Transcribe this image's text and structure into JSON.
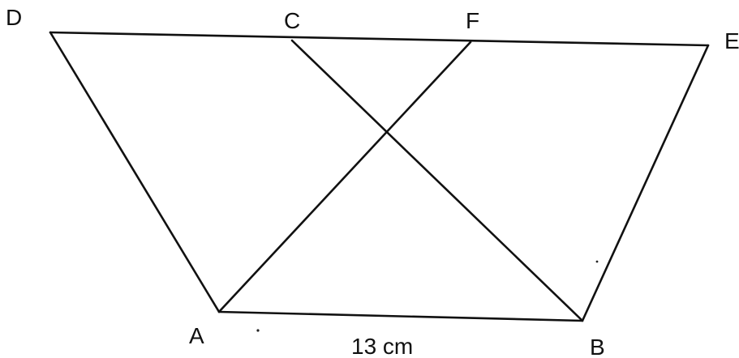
{
  "figure": {
    "points": {
      "A": "A",
      "B": "B",
      "C": "C",
      "D": "D",
      "E": "E",
      "F": "F"
    },
    "measurements": {
      "AB": "13 cm"
    },
    "colors": {
      "line": "#111111",
      "background": "#ffffff"
    }
  }
}
